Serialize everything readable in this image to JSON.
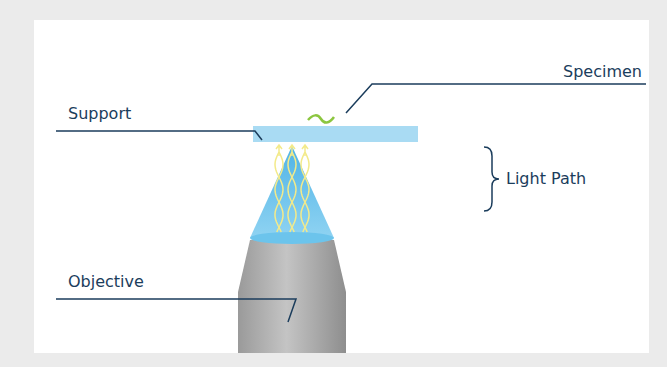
{
  "diagram": {
    "labels": [
      "Specimen",
      "Support",
      "Light Path",
      "Objective"
    ]
  }
}
